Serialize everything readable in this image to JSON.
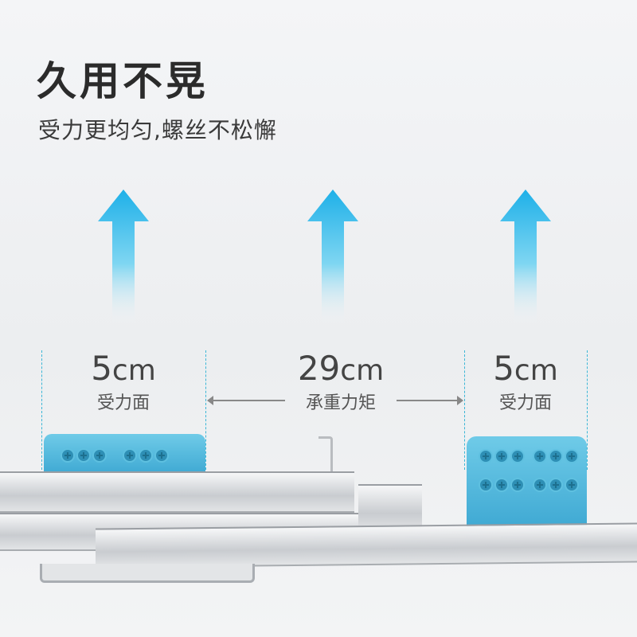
{
  "header": {
    "title": "久用不晃",
    "subtitle": "受力更均匀,螺丝不松懈"
  },
  "measurements": [
    {
      "value": "5",
      "unit": "cm",
      "label": "受力面"
    },
    {
      "value": "29",
      "unit": "cm",
      "label": "承重力矩"
    },
    {
      "value": "5",
      "unit": "cm",
      "label": "受力面"
    }
  ],
  "colors": {
    "accent": "#3fa9d3",
    "arrow": "#2fb8e6",
    "guide": "#3bb6d6"
  },
  "icons": [
    "up-arrow",
    "screw",
    "double-arrow"
  ]
}
